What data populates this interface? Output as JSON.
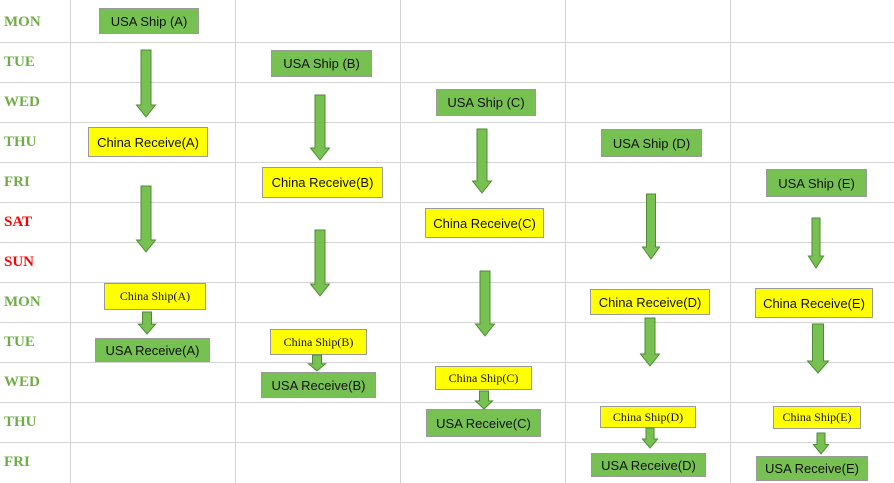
{
  "days": [
    {
      "label": "MON",
      "color": "#70ad47"
    },
    {
      "label": "TUE",
      "color": "#70ad47"
    },
    {
      "label": "WED",
      "color": "#70ad47"
    },
    {
      "label": "THU",
      "color": "#70ad47"
    },
    {
      "label": "FRI",
      "color": "#70ad47"
    },
    {
      "label": "SAT",
      "color": "#ff0000"
    },
    {
      "label": "SUN",
      "color": "#ff0000"
    },
    {
      "label": "MON",
      "color": "#70ad47"
    },
    {
      "label": "TUE",
      "color": "#70ad47"
    },
    {
      "label": "WED",
      "color": "#70ad47"
    },
    {
      "label": "THU",
      "color": "#70ad47"
    },
    {
      "label": "FRI",
      "color": "#70ad47"
    }
  ],
  "colors": {
    "usa": "#77c152",
    "china": "#ffff00",
    "arrow": "#77c152",
    "arrow_border": "#4f8a33"
  },
  "shipments": [
    {
      "id": "A",
      "usa_ship": "USA Ship (A)",
      "china_receive": "China Receive(A)",
      "china_ship": "China Ship(A)",
      "usa_receive": "USA Receive(A)"
    },
    {
      "id": "B",
      "usa_ship": "USA Ship (B)",
      "china_receive": "China Receive(B)",
      "china_ship": "China Ship(B)",
      "usa_receive": "USA Receive(B)"
    },
    {
      "id": "C",
      "usa_ship": "USA Ship (C)",
      "china_receive": "China Receive(C)",
      "china_ship": "China Ship(C)",
      "usa_receive": "USA Receive(C)"
    },
    {
      "id": "D",
      "usa_ship": "USA Ship (D)",
      "china_receive": "China Receive(D)",
      "china_ship": "China Ship(D)",
      "usa_receive": "USA Receive(D)"
    },
    {
      "id": "E",
      "usa_ship": "USA Ship (E)",
      "china_receive": "China Receive(E)",
      "china_ship": "China Ship(E)",
      "usa_receive": "USA Receive(E)"
    }
  ]
}
